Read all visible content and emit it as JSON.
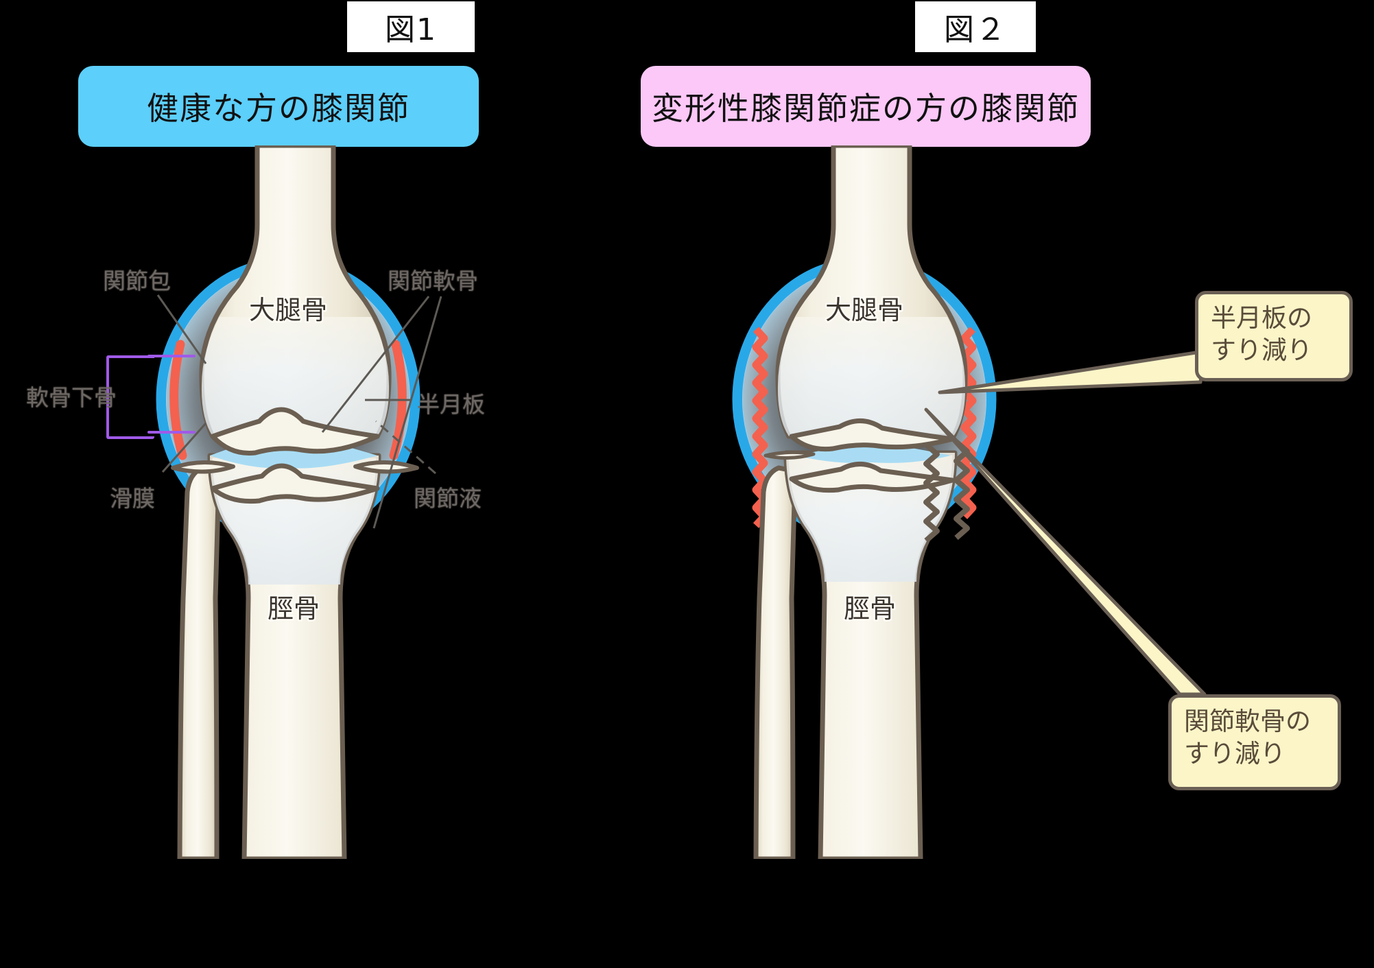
{
  "figures": [
    {
      "chip": "図1",
      "banner": "健康な方の膝関節",
      "banner_color": "#5ccffb",
      "bones": {
        "femur": "大腿骨",
        "tibia": "脛骨"
      },
      "annotations": [
        {
          "name": "joint-capsule",
          "text": "関節包"
        },
        {
          "name": "articular-cartilage",
          "text": "関節軟骨"
        },
        {
          "name": "subchondral-bone",
          "text": "軟骨下骨"
        },
        {
          "name": "synovial-membrane",
          "text": "滑膜"
        },
        {
          "name": "meniscus",
          "text": "半月板"
        },
        {
          "name": "synovial-fluid",
          "text": "関節液"
        }
      ]
    },
    {
      "chip": "図２",
      "banner": "変形性膝関節症の方の膝関節",
      "banner_color": "#fcc8f7",
      "bones": {
        "femur": "大腿骨",
        "tibia": "脛骨"
      },
      "callouts": [
        {
          "name": "meniscus-wear",
          "line1": "半月板の",
          "line2": "すり減り"
        },
        {
          "name": "cartilage-wear",
          "line1": "関節軟骨の",
          "line2": "すり減り"
        }
      ]
    }
  ],
  "colors": {
    "background": "#000000",
    "chip_bg": "#ffffff",
    "banner_healthy": "#5ccffb",
    "banner_oa": "#fcc8f7",
    "bone_fill": "#efead9",
    "bone_outline": "#6b5f52",
    "capsule_blue": "#29a8e8",
    "capsule_pale": "#cfe9f7",
    "synovium_red": "#f4614e",
    "joint_fluid": "#a9dcf4",
    "callout_bg": "#fbf5c8",
    "callout_border": "#6b6055",
    "bracket_purple": "#a05ae8",
    "leader_line": "#5d5954",
    "anno_text": "#6e6864"
  }
}
